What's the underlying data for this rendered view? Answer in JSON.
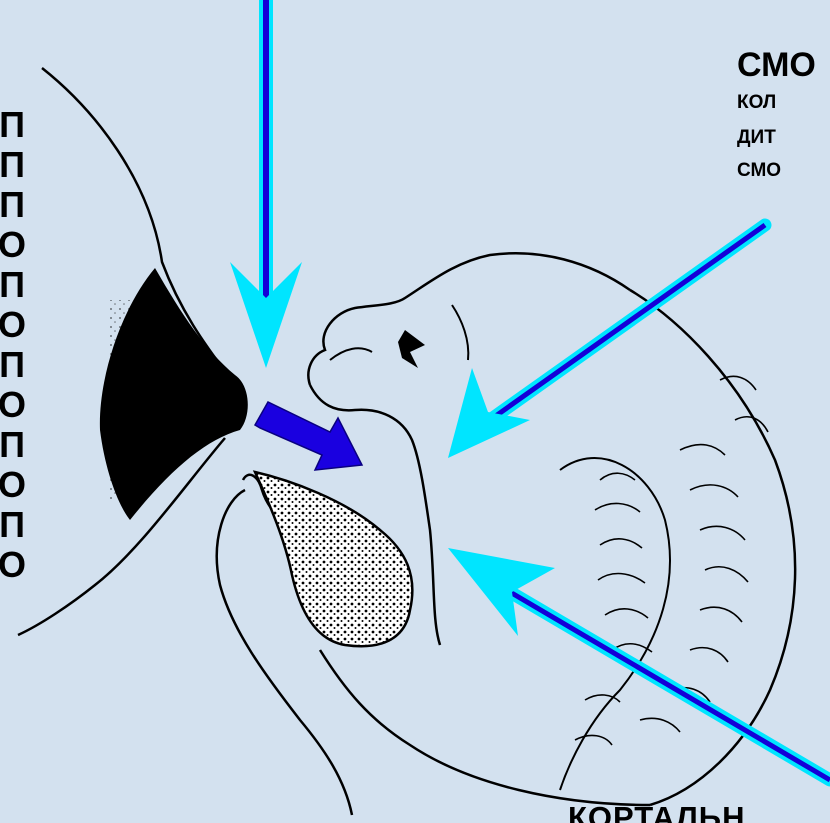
{
  "background_color": "#d3e1ef",
  "arrow_colors": {
    "outer": "#00e5ff",
    "inner": "#1400d8",
    "tongue_arrow": "#1a00e0"
  },
  "labels": {
    "title": "СМО",
    "lines": [
      "КОЛ",
      "ДИТ",
      "СМО"
    ],
    "bottom": "КОРТАЛЬН"
  },
  "left_margin_glyphs": [
    "П",
    "П",
    "П",
    "О",
    "П",
    "О",
    "П",
    "О",
    "П",
    "О",
    "П",
    "О"
  ]
}
